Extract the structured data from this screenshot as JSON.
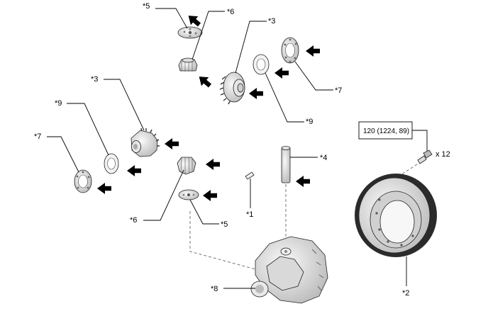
{
  "callouts": {
    "c5_top": "*5",
    "c6_top": "*6",
    "c3_right": "*3",
    "c7_right": "*7",
    "c9_right": "*9",
    "c3_left": "*3",
    "c9_left": "*9",
    "c7_left": "*7",
    "c4": "*4",
    "c6_bottom": "*6",
    "c5_bottom": "*5",
    "c1": "*1",
    "c8": "*8",
    "c2": "*2"
  },
  "torque_spec": "120 (1224, 89)",
  "bolt_quantity": "x 12",
  "icons": {
    "lubricate_arrow": "arrow-icon",
    "bolt": "bolt-icon"
  },
  "colors": {
    "line": "#000000",
    "part_fill": "#f2f2f2",
    "part_shade": "#c8c8c8",
    "dash": "#666666"
  }
}
